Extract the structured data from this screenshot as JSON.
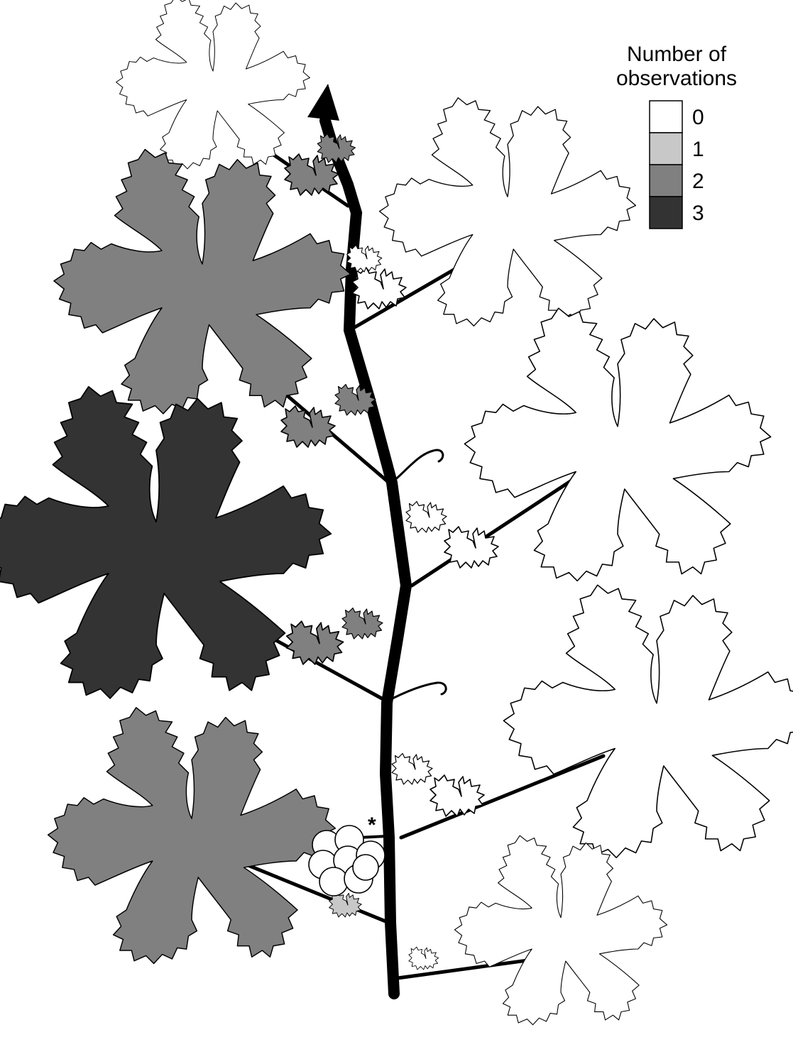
{
  "legend": {
    "title_line1": "Number of",
    "title_line2": "observations",
    "entries": [
      {
        "label": "0",
        "color": "#ffffff"
      },
      {
        "label": "1",
        "color": "#c8c8c8"
      },
      {
        "label": "2",
        "color": "#808080"
      },
      {
        "label": "3",
        "color": "#333333"
      }
    ]
  },
  "asterisk": "*",
  "leaves": [
    {
      "name": "leaf-top-white",
      "observations": 0
    },
    {
      "name": "leaf-upper-left-gray",
      "observations": 2
    },
    {
      "name": "leaf-upper-right-white",
      "observations": 0
    },
    {
      "name": "leaf-mid-right-white",
      "observations": 0
    },
    {
      "name": "leaf-mid-left-dark",
      "observations": 3
    },
    {
      "name": "leaf-lower-right-white",
      "observations": 0
    },
    {
      "name": "leaf-lower-left-gray",
      "observations": 2
    },
    {
      "name": "leaf-bottom-right-white",
      "observations": 0
    }
  ]
}
